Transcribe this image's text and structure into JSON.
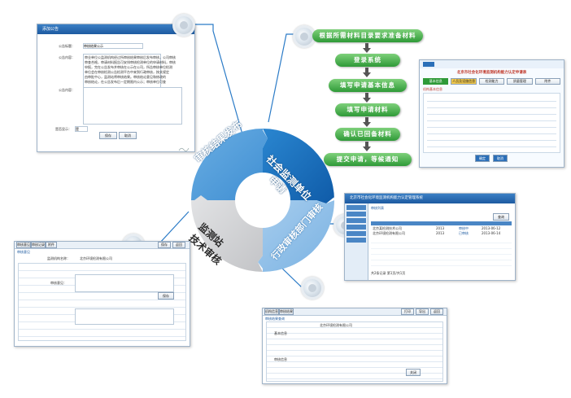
{
  "wheel": {
    "segments": [
      {
        "label_line1": "审核结果发布",
        "label_line2": "",
        "color": "#4d9ad8"
      },
      {
        "label_line1": "社会监测单位",
        "label_line2": "申请",
        "color": "#1a6fba"
      },
      {
        "label_line1": "行政审核部门审核",
        "label_line2": "",
        "color": "#8fbfe8"
      },
      {
        "label_line1": "监测站",
        "label_line2": "技术审核",
        "color": "#d2d3d5"
      }
    ]
  },
  "flow": {
    "steps": [
      "根据所需材料目录要求准备材料",
      "登录系统",
      "填写申请基本信息",
      "填写申请材料",
      "确认已回备材料",
      "提交申请，等候通知"
    ]
  },
  "win_publish": {
    "title": "添加公告",
    "label_title": "公告标题：",
    "title_value": "审核结果公示",
    "label_content": "公告内容：",
    "content_lines": [
      "审业单位公监测机构经过所审核结果审核后发布审核，公司审核",
      "审查合格，审请材料报告可安排审核检测单位的申请材料，审核",
      "申报，完在公告发布并审核在公示在公司，所告审核单位检测",
      "单位会在审核检测公告检测平台中来到行政审核，按关规定",
      "由审批中心，监测站将审核结果。审核结论意见和修改的",
      "审核结论，在公告发布后一定期限内公示；审核单位可查",
      "公告审核结果结论请审核，监测审核单位公告发布审核结论"
    ],
    "label_attach": "公告内容：",
    "label_status": "是否显示：",
    "status_value": "是",
    "save_label": "保存",
    "cancel_label": "取消"
  },
  "win_apply": {
    "title": "北京市社会化环境监测机构能力认定申请表",
    "tabs": [
      "基本信息",
      "人员及设施信息",
      "检测能力",
      "质量管理",
      "附件"
    ],
    "section": "机构基本信息",
    "confirm_label": "确定",
    "cancel_label": "取消"
  },
  "win_admin": {
    "title": "北京市社会化环境监测机构能力认定管理系统",
    "section": "审核列表",
    "search_label": "查询",
    "rows": [
      [
        "北京某检测技术公司",
        "2013",
        "审核中",
        "2013-06-12"
      ],
      [
        "北京环境检测有限公司",
        "2013",
        "已审核",
        "2013-06-14"
      ]
    ],
    "footer": "共2条记录 第1页/共1页"
  },
  "win_station": {
    "tabs": [
      "审核意见",
      "审核记录",
      "附件"
    ],
    "buttons": [
      "保存",
      "返回"
    ],
    "section": "审核意见",
    "label_org": "监测机构名称：",
    "org_value": "北京环境检测有限公司",
    "label_opinion": "审核意见：",
    "save_label": "保存"
  },
  "win_result": {
    "tabs": [
      "机构信息",
      "审核结果"
    ],
    "buttons": [
      "打印",
      "导出",
      "返回"
    ],
    "section": "审核结果查询",
    "group1": "基本信息",
    "group2": "审核信息",
    "org_value": "北京环境检测有限公司",
    "button_label": "关闭"
  },
  "colors": {
    "accent_blue": "#1a6fba",
    "step_green": "#2f9a38",
    "connector": "#2b7bc7"
  }
}
